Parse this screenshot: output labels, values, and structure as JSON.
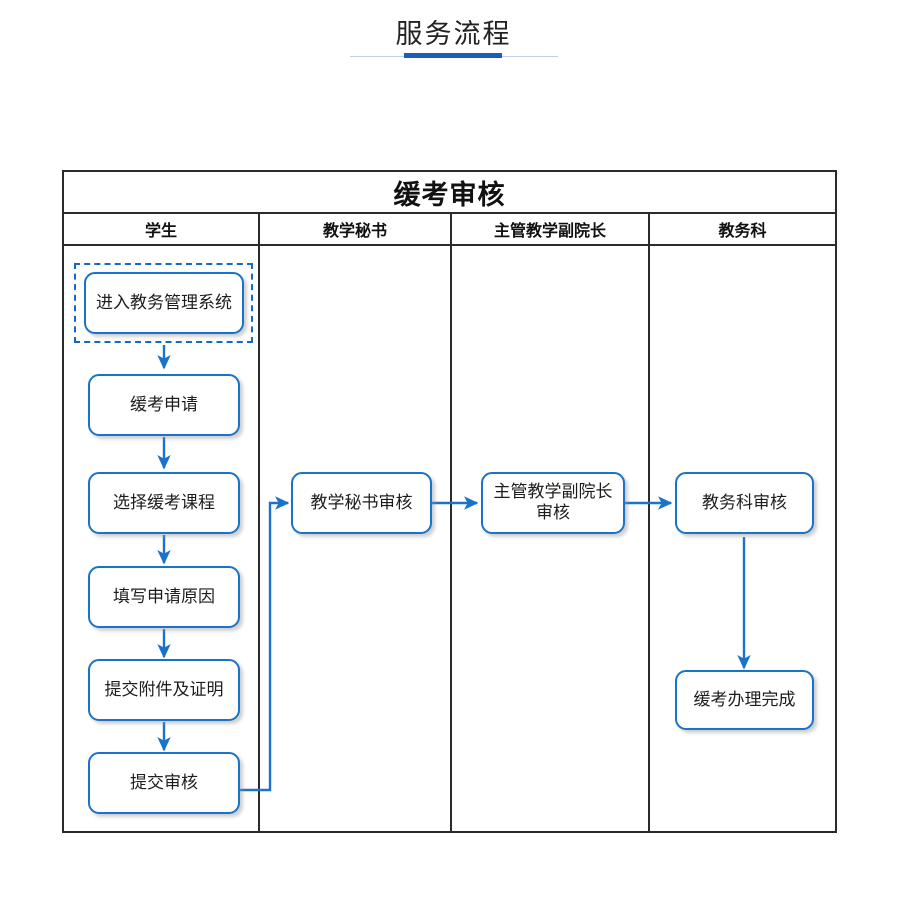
{
  "page": {
    "title": "服务流程",
    "accent_color": "#1a5dbb",
    "rule_light_color": "#bcd2ea"
  },
  "flow": {
    "title": "缓考审核",
    "node_border_color": "#1a73c8",
    "connector_color": "#1a73c8",
    "table_border_color": "#2b2b2b",
    "columns": [
      {
        "label": "学生"
      },
      {
        "label": "教学秘书"
      },
      {
        "label": "主管教学副院长"
      },
      {
        "label": "教务科"
      }
    ],
    "nodes": [
      {
        "id": "enter-system",
        "label": "进入教务管理系统",
        "column": 0,
        "selected": true
      },
      {
        "id": "defer-apply",
        "label": "缓考申请",
        "column": 0,
        "selected": false
      },
      {
        "id": "choose-course",
        "label": "选择缓考课程",
        "column": 0,
        "selected": false
      },
      {
        "id": "fill-reason",
        "label": "填写申请原因",
        "column": 0,
        "selected": false
      },
      {
        "id": "submit-attachment",
        "label": "提交附件及证明",
        "column": 0,
        "selected": false
      },
      {
        "id": "submit-review",
        "label": "提交审核",
        "column": 0,
        "selected": false
      },
      {
        "id": "secretary-review",
        "label": "教学秘书审核",
        "column": 1,
        "selected": false
      },
      {
        "id": "vice-dean-review",
        "label": "主管教学副院长\n审核",
        "column": 2,
        "selected": false
      },
      {
        "id": "affairs-review",
        "label": "教务科审核",
        "column": 3,
        "selected": false
      },
      {
        "id": "defer-complete",
        "label": "缓考办理完成",
        "column": 3,
        "selected": false
      }
    ],
    "edges": [
      {
        "from": "enter-system",
        "to": "defer-apply",
        "kind": "vertical"
      },
      {
        "from": "defer-apply",
        "to": "choose-course",
        "kind": "vertical"
      },
      {
        "from": "choose-course",
        "to": "fill-reason",
        "kind": "vertical"
      },
      {
        "from": "fill-reason",
        "to": "submit-attachment",
        "kind": "vertical"
      },
      {
        "from": "submit-attachment",
        "to": "submit-review",
        "kind": "vertical"
      },
      {
        "from": "submit-review",
        "to": "secretary-review",
        "kind": "elbow-right-up"
      },
      {
        "from": "secretary-review",
        "to": "vice-dean-review",
        "kind": "horizontal"
      },
      {
        "from": "vice-dean-review",
        "to": "affairs-review",
        "kind": "horizontal"
      },
      {
        "from": "affairs-review",
        "to": "defer-complete",
        "kind": "vertical"
      }
    ]
  }
}
